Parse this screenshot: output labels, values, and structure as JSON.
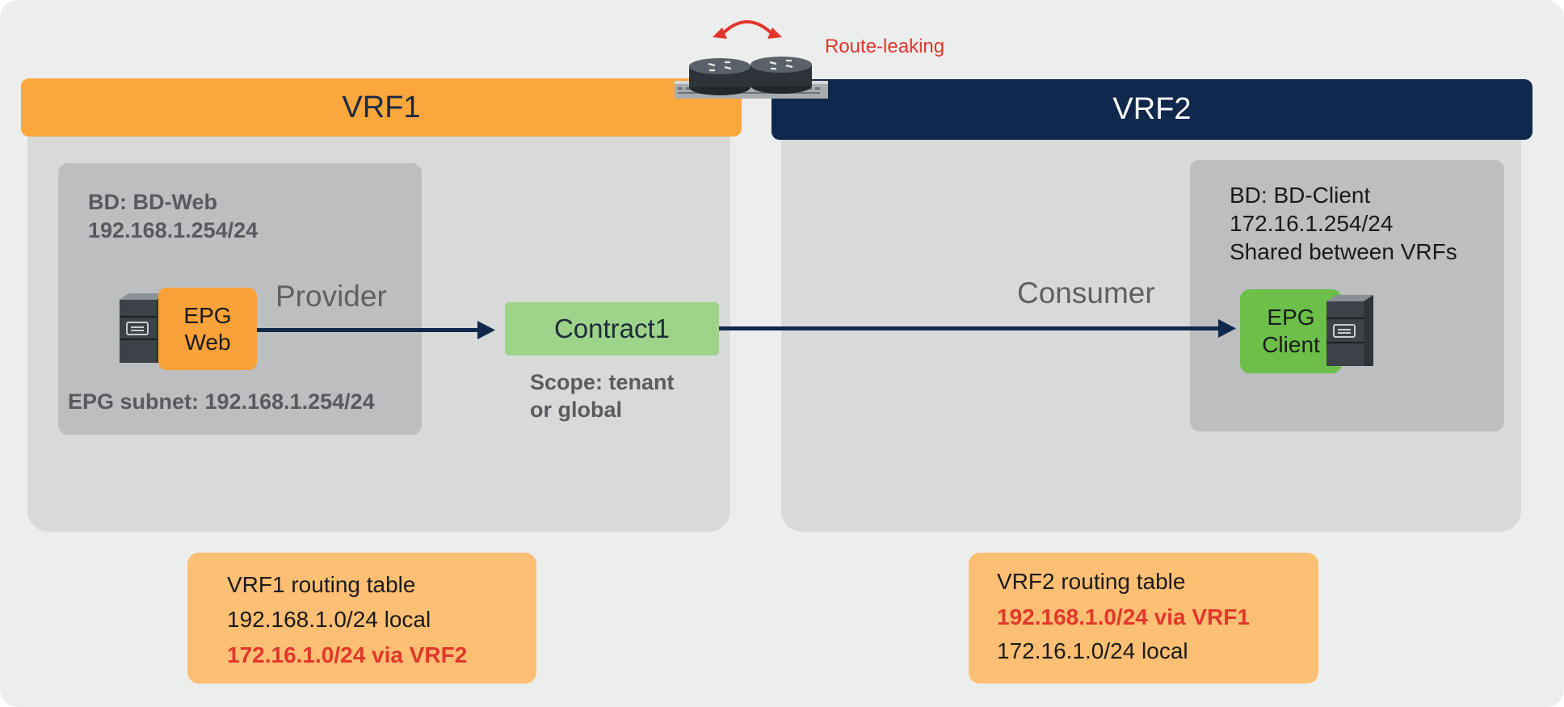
{
  "route_leaking": {
    "label": "Route-leaking",
    "arrow_color": "#e2372c"
  },
  "vrf1": {
    "title": "VRF1",
    "bd": {
      "name": "BD: BD-Web",
      "subnet": "192.168.1.254/24"
    },
    "epg": {
      "line1": "EPG",
      "line2": "Web"
    },
    "role": "Provider",
    "epg_subnet": "EPG subnet: 192.168.1.254/24",
    "header_color": "#fba73c"
  },
  "contract": {
    "label": "Contract1",
    "scope_line1": "Scope: tenant",
    "scope_line2": "or global"
  },
  "vrf2": {
    "title": "VRF2",
    "bd": {
      "name": "BD: BD-Client",
      "subnet": "172.16.1.254/24",
      "note": "Shared between VRFs"
    },
    "epg": {
      "line1": "EPG",
      "line2": "Client"
    },
    "role": "Consumer",
    "header_color": "#10284b"
  },
  "routing_tables": {
    "vrf1": {
      "title": "VRF1 routing table",
      "local": "192.168.1.0/24 local",
      "leaked": "172.16.1.0/24 via VRF2"
    },
    "vrf2": {
      "title": "VRF2 routing table",
      "leaked": "192.168.1.0/24 via VRF1",
      "local": "172.16.1.0/24 local"
    }
  },
  "icons": [
    "router-icon",
    "server-icon",
    "arrow-icon"
  ]
}
